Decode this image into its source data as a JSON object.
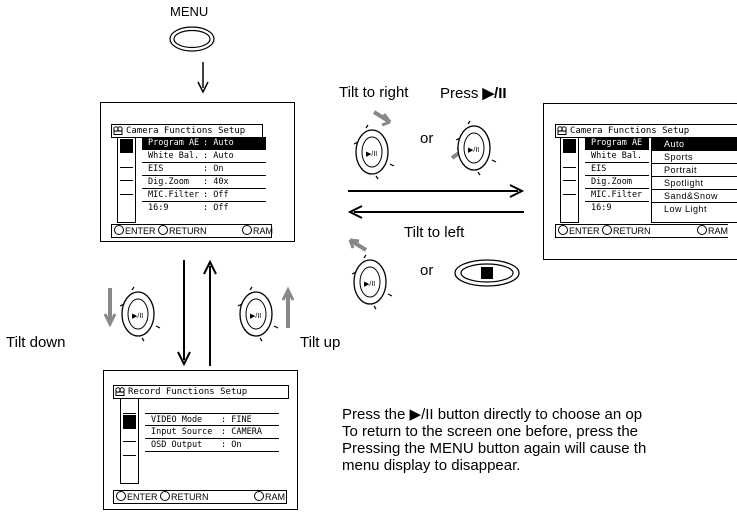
{
  "labels": {
    "menu": "MENU",
    "tilt_right": "Tilt to right",
    "press": "Press",
    "play_pause_symbol": "▶/II",
    "or_1": "or",
    "or_2": "or",
    "tilt_left": "Tilt to left",
    "tilt_down": "Tilt down",
    "tilt_up": "Tilt up"
  },
  "screen_camera": {
    "title": "Camera Functions Setup",
    "rows": [
      {
        "label": "Program AE",
        "value": ": Auto"
      },
      {
        "label": "White Bal.",
        "value": ": Auto"
      },
      {
        "label": "EIS",
        "value": ": On"
      },
      {
        "label": "Dig.Zoom",
        "value": ": 40x"
      },
      {
        "label": "MIC.Filter",
        "value": ": Off"
      },
      {
        "label": "16:9",
        "value": ": Off"
      }
    ],
    "enter": "ENTER",
    "return": "RETURN",
    "ram": "RAM"
  },
  "screen_options": {
    "title": "Camera Functions Setup",
    "rows": [
      "Program AE",
      "White Bal.",
      "EIS",
      "Dig.Zoom",
      "MIC.Filter",
      "16:9"
    ],
    "options": [
      "Auto",
      "Sports",
      "Portrait",
      "Spotlight",
      "Sand&Snow",
      "Low Light"
    ],
    "enter": "ENTER",
    "return": "RETURN",
    "ram": "RAM"
  },
  "screen_record": {
    "title": "Record Functions Setup",
    "rows": [
      {
        "label": "VIDEO Mode",
        "value": ": FINE"
      },
      {
        "label": "Input Source",
        "value": ": CAMERA"
      },
      {
        "label": "OSD Output",
        "value": ": On"
      }
    ],
    "enter": "ENTER",
    "return": "RETURN",
    "ram": "RAM"
  },
  "notes": [
    "Press the ▶/II button directly to choose an op",
    "To return to the screen one before, press the",
    "Pressing the MENU button again will cause th",
    "menu display to disappear."
  ]
}
